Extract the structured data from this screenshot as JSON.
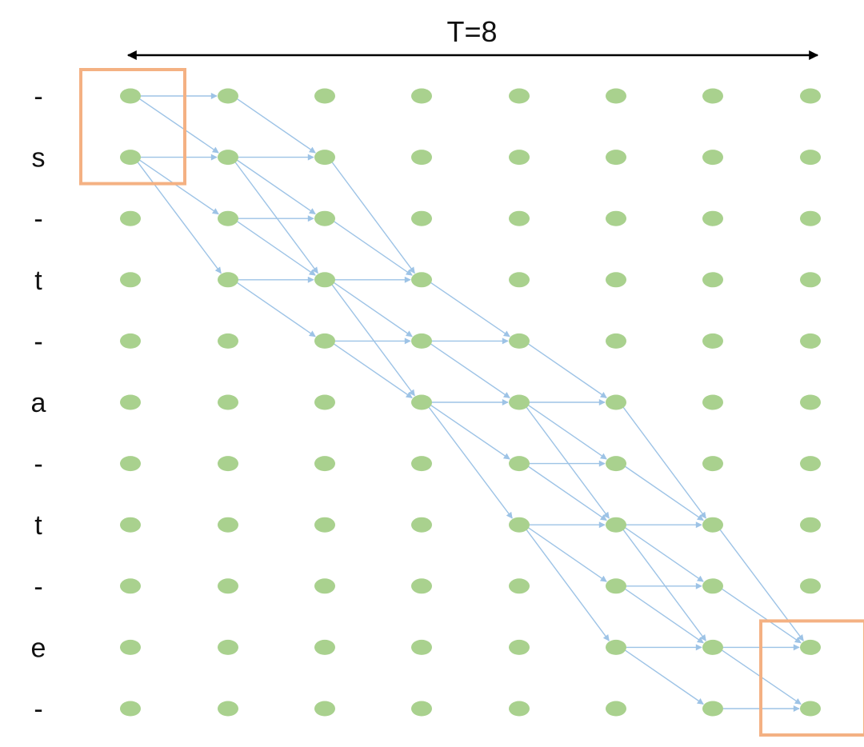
{
  "title": "T=8",
  "row_labels": [
    "-",
    "s",
    "-",
    "t",
    "-",
    "a",
    "-",
    "t",
    "-",
    "e",
    "-"
  ],
  "time_steps": 8,
  "colors": {
    "node": "#a9d18e",
    "edge": "#9dc3e6",
    "highlight": "#f4b183",
    "time_arrow": "#000000",
    "text": "#111111"
  },
  "highlight_boxes": [
    {
      "name": "start-box",
      "cells": [
        [
          0,
          0
        ],
        [
          0,
          1
        ]
      ]
    },
    {
      "name": "end-box",
      "cells": [
        [
          7,
          9
        ],
        [
          7,
          10
        ]
      ]
    }
  ],
  "edges": [
    [
      0,
      0,
      1,
      0
    ],
    [
      0,
      0,
      1,
      1
    ],
    [
      0,
      1,
      1,
      1
    ],
    [
      0,
      1,
      1,
      2
    ],
    [
      0,
      1,
      1,
      3
    ],
    [
      1,
      0,
      2,
      1
    ],
    [
      1,
      1,
      2,
      1
    ],
    [
      1,
      1,
      2,
      2
    ],
    [
      1,
      1,
      2,
      3
    ],
    [
      1,
      2,
      2,
      2
    ],
    [
      1,
      2,
      2,
      3
    ],
    [
      1,
      3,
      2,
      3
    ],
    [
      1,
      3,
      2,
      4
    ],
    [
      2,
      1,
      3,
      3
    ],
    [
      2,
      2,
      3,
      3
    ],
    [
      2,
      3,
      3,
      3
    ],
    [
      2,
      3,
      3,
      4
    ],
    [
      2,
      3,
      3,
      5
    ],
    [
      2,
      4,
      3,
      4
    ],
    [
      2,
      4,
      3,
      5
    ],
    [
      3,
      3,
      4,
      4
    ],
    [
      3,
      4,
      4,
      4
    ],
    [
      3,
      4,
      4,
      5
    ],
    [
      3,
      5,
      4,
      5
    ],
    [
      3,
      5,
      4,
      6
    ],
    [
      3,
      5,
      4,
      7
    ],
    [
      4,
      4,
      5,
      5
    ],
    [
      4,
      5,
      5,
      5
    ],
    [
      4,
      5,
      5,
      6
    ],
    [
      4,
      5,
      5,
      7
    ],
    [
      4,
      6,
      5,
      6
    ],
    [
      4,
      6,
      5,
      7
    ],
    [
      4,
      7,
      5,
      7
    ],
    [
      4,
      7,
      5,
      8
    ],
    [
      4,
      7,
      5,
      9
    ],
    [
      5,
      5,
      6,
      7
    ],
    [
      5,
      6,
      6,
      7
    ],
    [
      5,
      7,
      6,
      7
    ],
    [
      5,
      7,
      6,
      8
    ],
    [
      5,
      7,
      6,
      9
    ],
    [
      5,
      8,
      6,
      8
    ],
    [
      5,
      8,
      6,
      9
    ],
    [
      5,
      9,
      6,
      9
    ],
    [
      5,
      9,
      6,
      10
    ],
    [
      6,
      7,
      7,
      9
    ],
    [
      6,
      8,
      7,
      9
    ],
    [
      6,
      9,
      7,
      9
    ],
    [
      6,
      9,
      7,
      10
    ],
    [
      6,
      10,
      7,
      10
    ]
  ]
}
